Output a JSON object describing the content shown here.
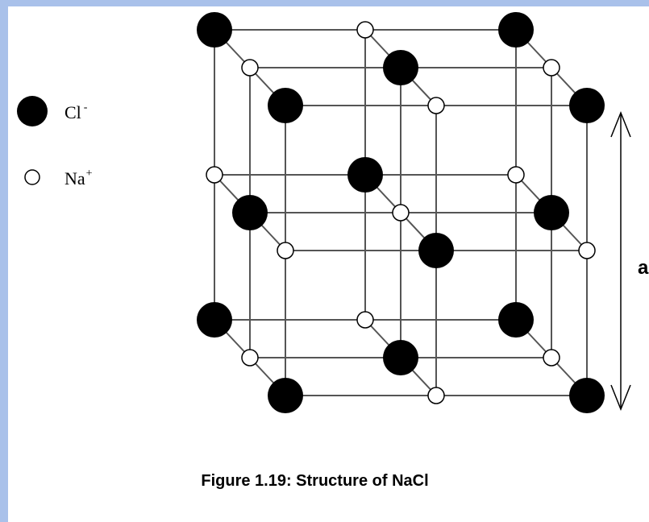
{
  "legend": {
    "items": [
      {
        "symbol": "filled-circle",
        "label": "Cl",
        "superscript": "-"
      },
      {
        "symbol": "open-circle",
        "label": "Na",
        "superscript": "+"
      }
    ]
  },
  "dimension_label": "a",
  "caption": "Figure 1.19: Structure of NaCl",
  "colors": {
    "background_border": "#a9c1ea",
    "cl_ion": "#000000",
    "na_ion": "#ffffff",
    "bonds": "#555555"
  }
}
